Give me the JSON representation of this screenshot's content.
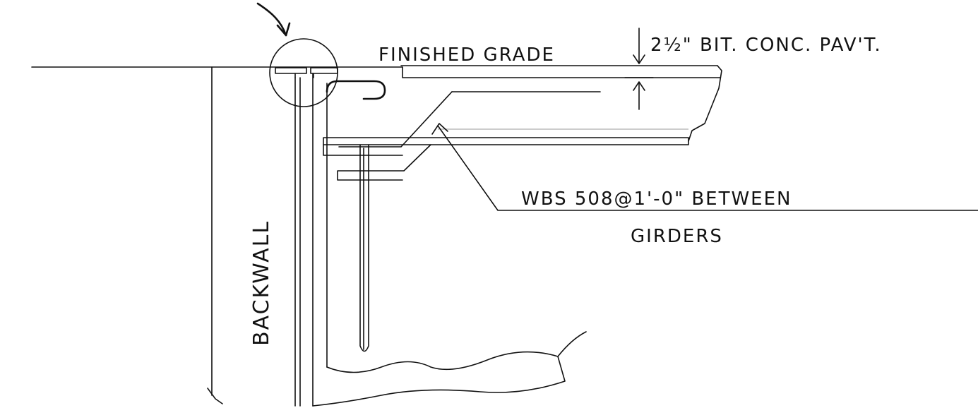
{
  "labels": {
    "finished_grade": "FINISHED GRADE",
    "pavement": "2½\" BIT. CONC. PAV'T.",
    "wbs_line1": "WBS  508@1'-0\" BETWEEN",
    "wbs_line2": "GIRDERS",
    "backwall": "BACKWALL"
  },
  "colors": {
    "ink": "#111111",
    "paper": "#ffffff"
  }
}
